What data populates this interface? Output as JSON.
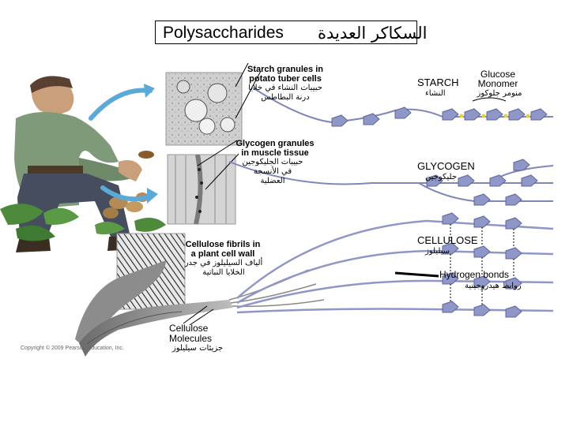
{
  "title": {
    "english": "Polysaccharides",
    "arabic": "السكاكر العديدة"
  },
  "micrographs": {
    "starch": {
      "line1": "Starch granules in",
      "line2": "potato tuber cells",
      "ar1": "حبيبات النشاء في خلايا",
      "ar2": "درنة البطاطس"
    },
    "glycogen": {
      "line1": "Glycogen granules",
      "line2": "in muscle tissue",
      "ar1": "حبيبات الجليكوجين",
      "ar2": "في الأنسجة",
      "ar3": "العضلية"
    },
    "cellulose": {
      "line1": "Cellulose fibrils in",
      "line2": "a plant cell wall",
      "ar1": "ألياف السيليلوز في جدر",
      "ar2": "الخلايا النباتية"
    },
    "molecules": {
      "line1": "Cellulose",
      "line2": "Molecules",
      "ar1": "جزيئات سيليلوز"
    }
  },
  "structures": {
    "starch": {
      "en": "STARCH",
      "ar": "النشاء"
    },
    "monomer": {
      "line1": "Glucose",
      "line2": "Monomer",
      "ar": "منومر جلوكوز"
    },
    "glycogen": {
      "en": "GLYCOGEN",
      "ar": "جليكوجين"
    },
    "cellulose": {
      "en": "CELLULOSE",
      "ar": "سيليلوز"
    },
    "hbonds": {
      "en": "Hydrogen bonds",
      "ar": "روابط هيدروجينية"
    }
  },
  "copyright": "Copyright © 2009 Pearson Education, Inc.",
  "colors": {
    "ring": "#8f96c8",
    "ringDark": "#5e6499",
    "oxygen": "#e8d13a",
    "arrow": "#5aa9d6",
    "bond": "#000000"
  }
}
